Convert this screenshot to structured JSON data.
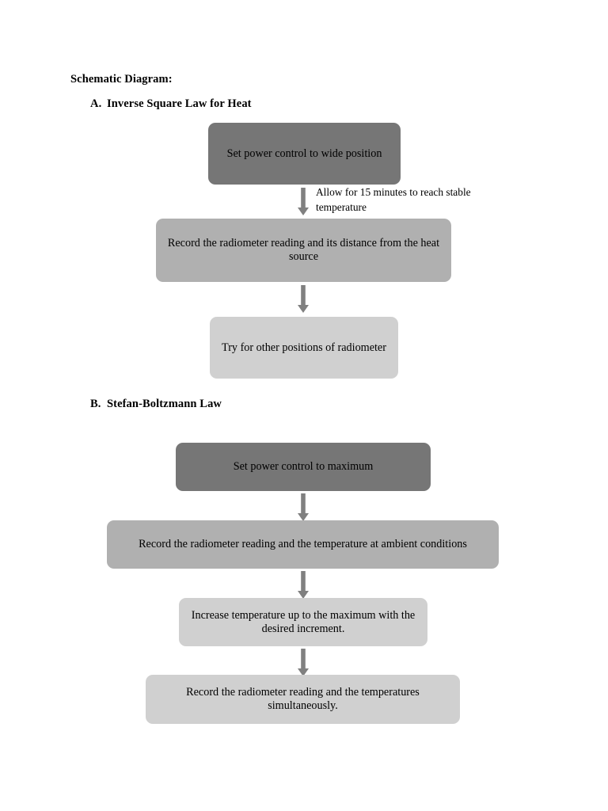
{
  "document": {
    "title": "Schematic Diagram:"
  },
  "sections": [
    {
      "marker": "A.",
      "heading": "Inverse Square Law for Heat",
      "steps": [
        {
          "label": "Set power control to wide position",
          "tone": "dark"
        },
        {
          "label": "Record the radiometer reading and its distance from the heat source",
          "tone": "medium"
        },
        {
          "label": "Try for other positions of radiometer",
          "tone": "light"
        }
      ],
      "annotations": [
        {
          "text": "Allow for 15 minutes to reach stable temperature"
        }
      ]
    },
    {
      "marker": "B.",
      "heading": "Stefan-Boltzmann Law",
      "steps": [
        {
          "label": "Set power control to maximum",
          "tone": "dark"
        },
        {
          "label": "Record the radiometer reading and the temperature at ambient conditions",
          "tone": "medium"
        },
        {
          "label": "Increase temperature up to the maximum with the desired increment.",
          "tone": "light"
        },
        {
          "label": "Record the radiometer reading and the temperatures simultaneously.",
          "tone": "light"
        }
      ],
      "annotations": []
    }
  ],
  "icons": {
    "flow_arrow": "arrow-down-icon"
  },
  "colors": {
    "tone_dark": "#767676",
    "tone_medium": "#b0b0b0",
    "tone_light": "#d0d0d0",
    "arrow": "#808080",
    "text": "#000000",
    "page_background": "#ffffff"
  }
}
